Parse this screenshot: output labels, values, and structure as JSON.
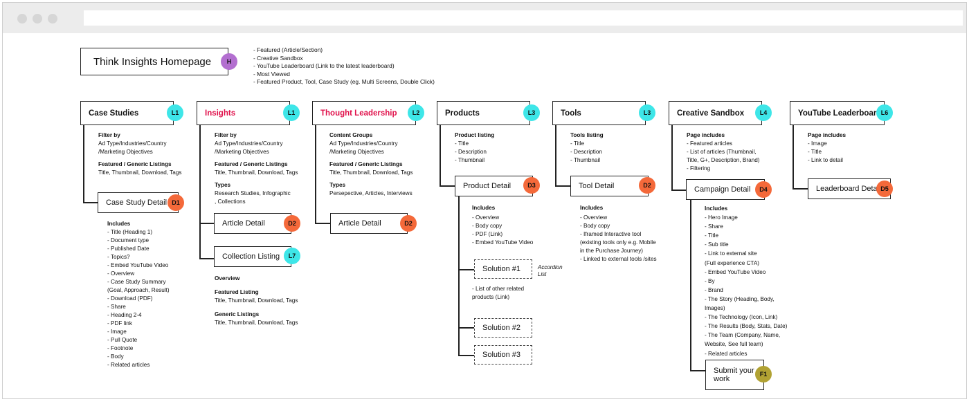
{
  "browser": {},
  "homepage": {
    "title": "Think Insights Homepage",
    "badge": "H",
    "features": [
      "- Featured (Article/Section)",
      "- Creative Sandbox",
      "- YouTube Leaderboard (Link to the latest leaderboard)",
      "- Most Viewed",
      "- Featured Product, Tool, Case Study (eg. Multi Screens, Double Click)"
    ]
  },
  "colors": {
    "L": "#3ee6e8",
    "D": "#f4693a",
    "H": "#b36fd0",
    "F": "#b1a233",
    "highlight": "#e0114b"
  },
  "case_studies": {
    "title": "Case Studies",
    "badge": "L1",
    "filter_title": "Filter by",
    "filter_lines": [
      "Ad Type/Industries/Country",
      "/Marketing Objectives"
    ],
    "listing_title": "Featured / Generic Listings",
    "listing_lines": [
      "Title, Thumbnail, Download, Tags"
    ],
    "detail": {
      "title": "Case Study Detail",
      "badge": "D1"
    },
    "includes_title": "Includes",
    "includes": [
      "- Title (Heading 1)",
      "- Document type",
      "- Published Date",
      "- Topics?",
      "- Embed YouTube Video",
      "- Overview",
      "- Case Study Summary",
      "(Goal, Approach, Result)",
      "- Download (PDF)",
      "- Share",
      "- Heading 2-4",
      "- PDF link",
      "- Image",
      "- Pull Quote",
      "- Footnote",
      "- Body",
      "- Related articles"
    ]
  },
  "insights": {
    "title": "Insights",
    "badge": "L1",
    "filter_title": "Filter by",
    "filter_lines": [
      "Ad Type/Industries/Country",
      "/Marketing Objectives"
    ],
    "listing_title": "Featured / Generic Listings",
    "listing_lines": [
      "Title, Thumbnail, Download, Tags"
    ],
    "types_title": "Types",
    "types_lines": [
      "Research Studies, Infographic",
      ", Collections"
    ],
    "article": {
      "title": "Article Detail",
      "badge": "D2"
    },
    "collection": {
      "title": "Collection Listing",
      "badge": "L7"
    },
    "overview": "Overview",
    "featured_title": "Featured Listing",
    "featured_lines": [
      "Title, Thumbnail, Download, Tags"
    ],
    "generic_title": "Generic Listings",
    "generic_lines": [
      "Title, Thumbnail, Download, Tags"
    ]
  },
  "thought_leadership": {
    "title": "Thought Leadership",
    "badge": "L2",
    "groups_title": "Content Groups",
    "groups_lines": [
      "Ad Type/Industries/Country",
      "/Marketing Objectives"
    ],
    "listing_title": "Featured / Generic Listings",
    "listing_lines": [
      "Title, Thumbnail, Download, Tags"
    ],
    "types_title": "Types",
    "types_lines": [
      "Persepective, Articles, Interviews"
    ],
    "article": {
      "title": "Article Detail",
      "badge": "D2"
    }
  },
  "products": {
    "title": "Products",
    "badge": "L3",
    "listing_title": "Product listing",
    "listing_lines": [
      "- Title",
      "- Description",
      "- Thumbnail"
    ],
    "detail": {
      "title": "Product Detail",
      "badge": "D3"
    },
    "includes_title": "Includes",
    "includes": [
      "- Overview",
      "- Body copy",
      "- PDF (Link)",
      "- Embed YouTube Video"
    ],
    "solutions": [
      "Solution #1",
      "Solution #2",
      "Solution #3"
    ],
    "accordion_note": [
      "Accordion",
      "List"
    ],
    "related_lines": [
      "- List of other related",
      "products (Link)"
    ]
  },
  "tools": {
    "title": "Tools",
    "badge": "L3",
    "listing_title": "Tools listing",
    "listing_lines": [
      "- Title",
      "- Description",
      "- Thumbnail"
    ],
    "detail": {
      "title": "Tool Detail",
      "badge": "D2"
    },
    "includes_title": "Includes",
    "includes": [
      "- Overview",
      "- Body copy",
      "- Iframed Interactive tool",
      "(existing tools only e.g. Mobile",
      "in the Purchase Journey)",
      "- Linked to external tools /sites"
    ]
  },
  "creative_sandbox": {
    "title": "Creative Sandbox",
    "badge": "L4",
    "page_title": "Page includes",
    "page_lines": [
      "- Featured articles",
      "- List of articles (Thumbnail,",
      "Title, G+, Description, Brand)",
      "- Filtering"
    ],
    "detail": {
      "title": "Campaign Detail",
      "badge": "D4"
    },
    "includes_title": "Includes",
    "includes": [
      "- Hero Image",
      "- Share",
      "- Title",
      "- Sub title",
      "- Link to external site",
      "(Full experience CTA)",
      "- Embed YouTube Video",
      "- By",
      "- Brand",
      "- The Story (Heading, Body,",
      "Images)",
      "- The Technology (Icon, Link)",
      "- The Results (Body, Stats, Date)",
      "- The Team (Company, Name,",
      "Website, See full team)",
      "- Related articles"
    ],
    "submit": {
      "lines": [
        "Submit your",
        "work"
      ],
      "badge": "F1"
    }
  },
  "youtube_leaderboard": {
    "title": "YouTube Leaderboard",
    "badge": "L6",
    "page_title": "Page includes",
    "page_lines": [
      "- Image",
      "- Title",
      "- Link to detail"
    ],
    "detail": {
      "title": "Leaderboard Detail",
      "badge": "D5"
    }
  }
}
